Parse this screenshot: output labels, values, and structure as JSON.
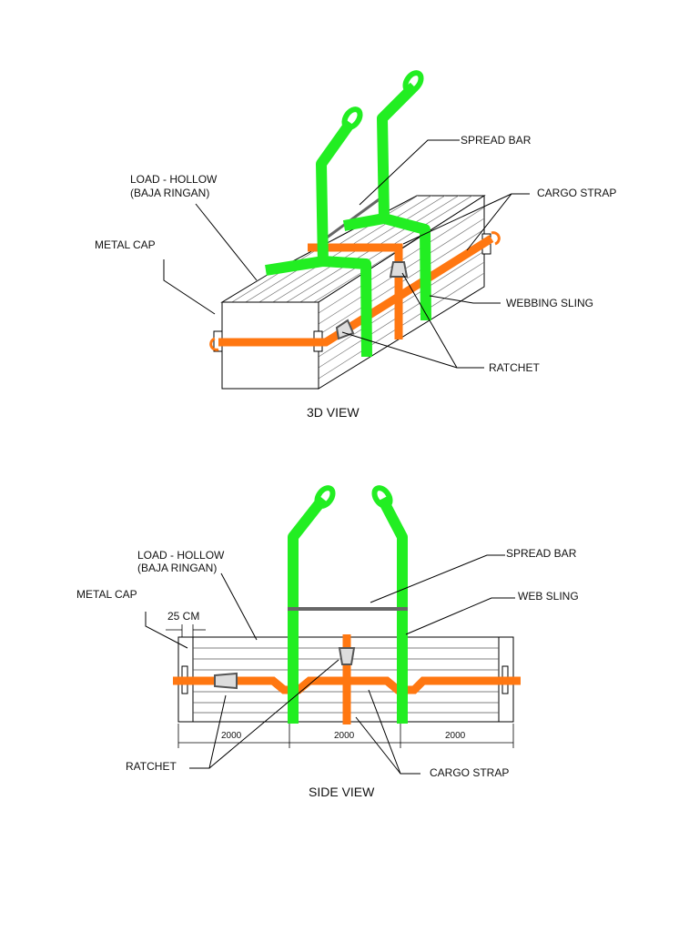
{
  "colors": {
    "sling": "#22ee22",
    "strap": "#ff7711",
    "spread_bar": "#666666",
    "outline": "#000000"
  },
  "view3d": {
    "caption": "3D VIEW",
    "labels": {
      "spread_bar": "SPREAD BAR",
      "load_line1": "LOAD - HOLLOW",
      "load_line2": "(BAJA RINGAN)",
      "metal_cap": "METAL CAP",
      "cargo_strap": "CARGO STRAP",
      "webbing_sling": "WEBBING SLING",
      "ratchet": "RATCHET"
    }
  },
  "side": {
    "caption": "SIDE VIEW",
    "labels": {
      "load_line1": "LOAD - HOLLOW",
      "load_line2": "(BAJA RINGAN)",
      "spread_bar": "SPREAD BAR",
      "metal_cap": "METAL CAP",
      "web_sling": "WEB SLING",
      "cap_width": "25 CM",
      "ratchet": "RATCHET",
      "cargo_strap": "CARGO STRAP"
    },
    "dimensions": [
      "2000",
      "2000",
      "2000"
    ]
  }
}
